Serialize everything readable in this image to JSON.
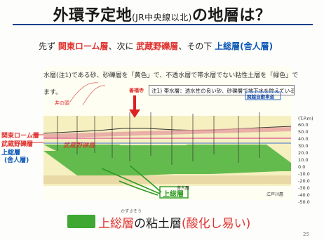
{
  "title": {
    "main_prefix": "外環予定地",
    "paren": "(JR中央線以北)",
    "main_suffix": "の地層は？"
  },
  "subtitle": {
    "p1": "先ず ",
    "p2": "関東ローム層",
    "p3": "、次に ",
    "p4": "武蔵野礫層",
    "p5": "、その下 ",
    "p6": "上総層(舎人層)"
  },
  "document": {
    "line1": "水層(注1)である砂、砂礫層を「黄色」で、不透水層で帯水層でない粘性土層を「緑色」で",
    "line2": "ます。",
    "note": "注1) 帯水層：透水性の良い砂、砂礫層で地下水を貯えている地層。"
  },
  "section": {
    "hokoji": "善福寺",
    "inokashira": "井の頭",
    "road": "関越自動車道",
    "gravel_note": "武蔵野礫層",
    "kazusa_box": "上総層",
    "edogawa": "江戸川層",
    "kazusa_group": "舎人層"
  },
  "side": {
    "loam": "関東ローム層",
    "gravel": "武蔵野礫層",
    "kazusa": "上総層",
    "kazusa_sub": "(舎人層)"
  },
  "scale": {
    "unit": "(T.P.m)",
    "ticks": [
      "60.0",
      "50.0",
      "40.0",
      "30.0",
      "20.0",
      "10.0",
      "0.0",
      "-10.0",
      "-20.0",
      "-30.0",
      "-40.0",
      "-50.0"
    ]
  },
  "caption": {
    "furigana": "かずさそう",
    "p1": "上総層",
    "p2": "の粘土層",
    "p3": "(酸化し易い)"
  },
  "page_number": "25",
  "colors": {
    "accent_red": "#e0322f",
    "accent_blue": "#0b57b6",
    "clay_green": "#3ea832",
    "sand_yellow": "#f6efc0"
  }
}
